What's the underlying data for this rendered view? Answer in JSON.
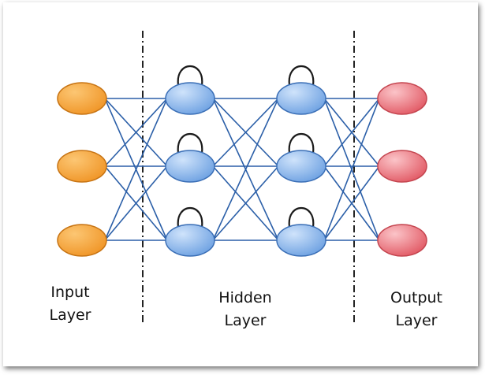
{
  "layers": [
    {
      "id": "input",
      "label_lines": [
        "Input",
        "Layer"
      ],
      "node_count": 3,
      "recurrent": false
    },
    {
      "id": "hidden1",
      "label_lines": [
        "Hidden",
        "Layer"
      ],
      "node_count": 3,
      "recurrent": true
    },
    {
      "id": "hidden2",
      "label_lines": [],
      "node_count": 3,
      "recurrent": true
    },
    {
      "id": "output",
      "label_lines": [
        "Output",
        "Layer"
      ],
      "node_count": 3,
      "recurrent": false
    }
  ],
  "connectivity": "fully-connected",
  "colors": {
    "input_fill": "#f4a43a",
    "input_stroke": "#c77414",
    "hidden_fill": "#8ab7ec",
    "hidden_stroke": "#3b6fb6",
    "output_fill": "#ec7f86",
    "output_stroke": "#c4454f",
    "edge": "#2b5fa8",
    "loop": "#1a1a1a",
    "divider": "#222222"
  }
}
